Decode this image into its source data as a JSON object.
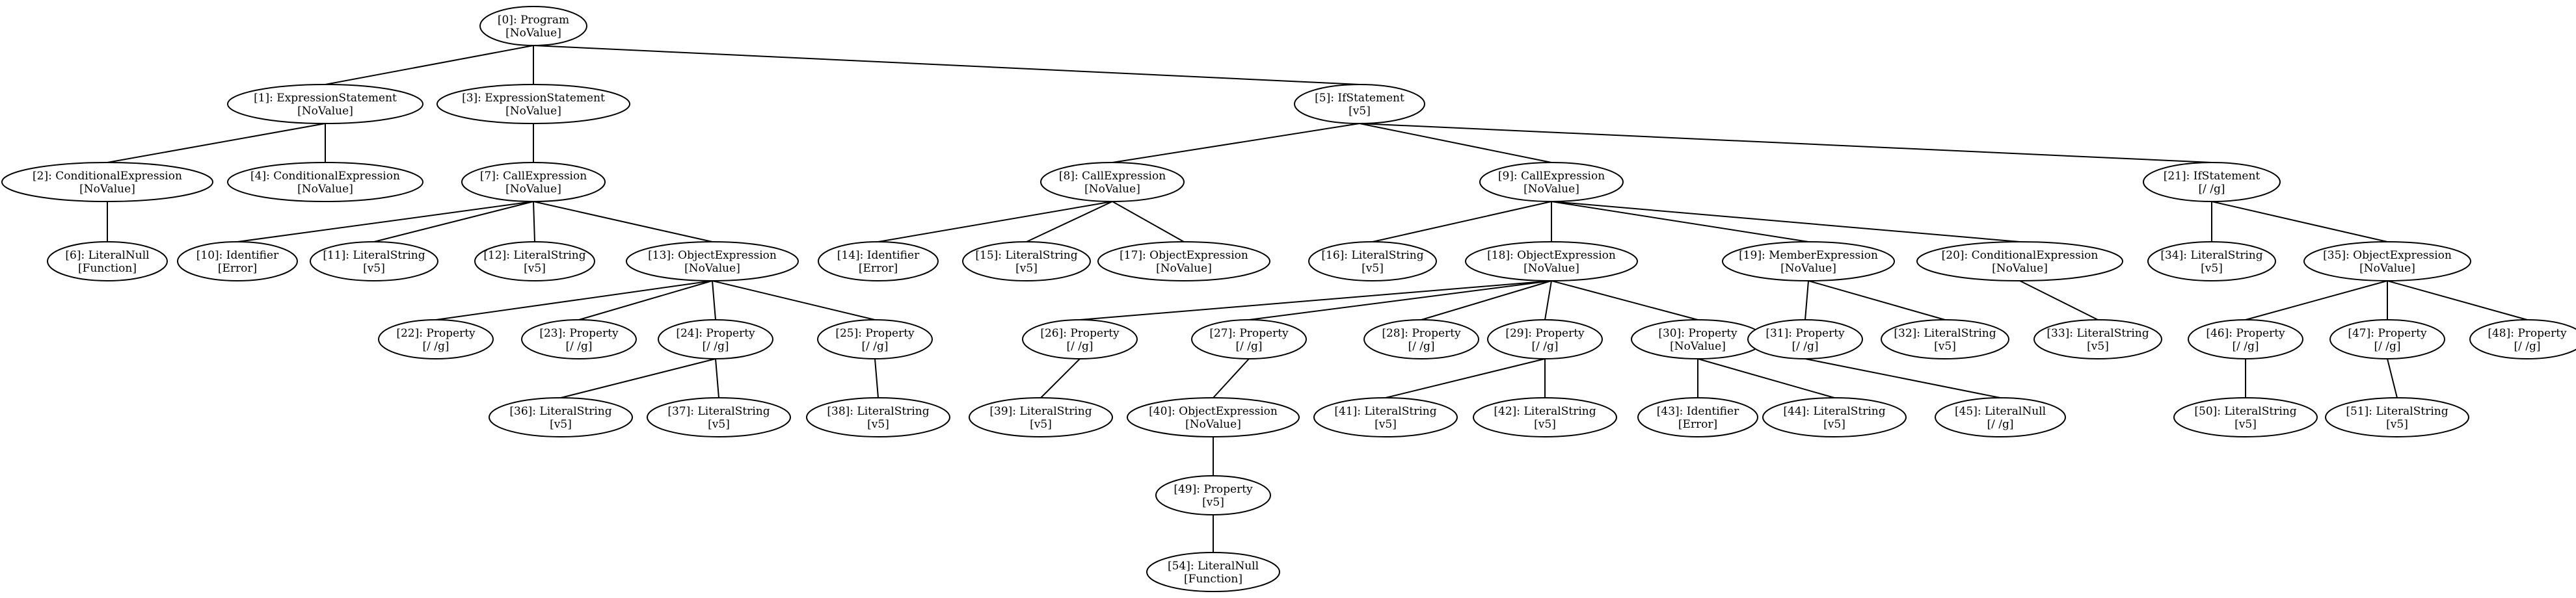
{
  "nodes": [
    {
      "id": 0,
      "label": "[0]: Program",
      "value": "[NoValue]"
    },
    {
      "id": 1,
      "label": "[1]: ExpressionStatement",
      "value": "[NoValue]"
    },
    {
      "id": 3,
      "label": "[3]: ExpressionStatement",
      "value": "[NoValue]"
    },
    {
      "id": 5,
      "label": "[5]: IfStatement",
      "value": "[v5]"
    },
    {
      "id": 2,
      "label": "[2]: ConditionalExpression",
      "value": "[NoValue]"
    },
    {
      "id": 4,
      "label": "[4]: ConditionalExpression",
      "value": "[NoValue]"
    },
    {
      "id": 7,
      "label": "[7]: CallExpression",
      "value": "[NoValue]"
    },
    {
      "id": 8,
      "label": "[8]: CallExpression",
      "value": "[NoValue]"
    },
    {
      "id": 9,
      "label": "[9]: CallExpression",
      "value": "[NoValue]"
    },
    {
      "id": 21,
      "label": "[21]: IfStatement",
      "value": "[/ /g]"
    },
    {
      "id": 6,
      "label": "[6]: LiteralNull",
      "value": "[Function]"
    },
    {
      "id": 10,
      "label": "[10]: Identifier",
      "value": "[Error]"
    },
    {
      "id": 11,
      "label": "[11]: LiteralString",
      "value": "[v5]"
    },
    {
      "id": 12,
      "label": "[12]: LiteralString",
      "value": "[v5]"
    },
    {
      "id": 13,
      "label": "[13]: ObjectExpression",
      "value": "[NoValue]"
    },
    {
      "id": 14,
      "label": "[14]: Identifier",
      "value": "[Error]"
    },
    {
      "id": 15,
      "label": "[15]: LiteralString",
      "value": "[v5]"
    },
    {
      "id": 17,
      "label": "[17]: ObjectExpression",
      "value": "[NoValue]"
    },
    {
      "id": 16,
      "label": "[16]: LiteralString",
      "value": "[v5]"
    },
    {
      "id": 18,
      "label": "[18]: ObjectExpression",
      "value": "[NoValue]"
    },
    {
      "id": 19,
      "label": "[19]: MemberExpression",
      "value": "[NoValue]"
    },
    {
      "id": 20,
      "label": "[20]: ConditionalExpression",
      "value": "[NoValue]"
    },
    {
      "id": 34,
      "label": "[34]: LiteralString",
      "value": "[v5]"
    },
    {
      "id": 35,
      "label": "[35]: ObjectExpression",
      "value": "[NoValue]"
    },
    {
      "id": 22,
      "label": "[22]: Property",
      "value": "[/ /g]"
    },
    {
      "id": 23,
      "label": "[23]: Property",
      "value": "[/ /g]"
    },
    {
      "id": 24,
      "label": "[24]: Property",
      "value": "[/ /g]"
    },
    {
      "id": 25,
      "label": "[25]: Property",
      "value": "[/ /g]"
    },
    {
      "id": 26,
      "label": "[26]: Property",
      "value": "[/ /g]"
    },
    {
      "id": 27,
      "label": "[27]: Property",
      "value": "[/ /g]"
    },
    {
      "id": 28,
      "label": "[28]: Property",
      "value": "[/ /g]"
    },
    {
      "id": 29,
      "label": "[29]: Property",
      "value": "[/ /g]"
    },
    {
      "id": 30,
      "label": "[30]: Property",
      "value": "[NoValue]"
    },
    {
      "id": 31,
      "label": "[31]: Property",
      "value": "[/ /g]"
    },
    {
      "id": 32,
      "label": "[32]: LiteralString",
      "value": "[v5]"
    },
    {
      "id": 33,
      "label": "[33]: LiteralString",
      "value": "[v5]"
    },
    {
      "id": 46,
      "label": "[46]: Property",
      "value": "[/ /g]"
    },
    {
      "id": 47,
      "label": "[47]: Property",
      "value": "[/ /g]"
    },
    {
      "id": 48,
      "label": "[48]: Property",
      "value": "[/ /g]"
    },
    {
      "id": 36,
      "label": "[36]: LiteralString",
      "value": "[v5]"
    },
    {
      "id": 37,
      "label": "[37]: LiteralString",
      "value": "[v5]"
    },
    {
      "id": 38,
      "label": "[38]: LiteralString",
      "value": "[v5]"
    },
    {
      "id": 39,
      "label": "[39]: LiteralString",
      "value": "[v5]"
    },
    {
      "id": 40,
      "label": "[40]: ObjectExpression",
      "value": "[NoValue]"
    },
    {
      "id": 41,
      "label": "[41]: LiteralString",
      "value": "[v5]"
    },
    {
      "id": 42,
      "label": "[42]: LiteralString",
      "value": "[v5]"
    },
    {
      "id": 43,
      "label": "[43]: Identifier",
      "value": "[Error]"
    },
    {
      "id": 44,
      "label": "[44]: LiteralString",
      "value": "[v5]"
    },
    {
      "id": 45,
      "label": "[45]: LiteralNull",
      "value": "[/ /g]"
    },
    {
      "id": 50,
      "label": "[50]: LiteralString",
      "value": "[v5]"
    },
    {
      "id": 51,
      "label": "[51]: LiteralString",
      "value": "[v5]"
    },
    {
      "id": 49,
      "label": "[49]: Property",
      "value": "[v5]"
    },
    {
      "id": 54,
      "label": "[54]: LiteralNull",
      "value": "[Function]"
    }
  ],
  "edges": [
    [
      0,
      1
    ],
    [
      0,
      3
    ],
    [
      0,
      5
    ],
    [
      1,
      2
    ],
    [
      1,
      4
    ],
    [
      2,
      6
    ],
    [
      3,
      7
    ],
    [
      7,
      10
    ],
    [
      7,
      11
    ],
    [
      7,
      12
    ],
    [
      7,
      13
    ],
    [
      13,
      22
    ],
    [
      13,
      23
    ],
    [
      13,
      24
    ],
    [
      13,
      25
    ],
    [
      24,
      36
    ],
    [
      24,
      37
    ],
    [
      25,
      38
    ],
    [
      5,
      8
    ],
    [
      5,
      9
    ],
    [
      5,
      21
    ],
    [
      8,
      14
    ],
    [
      8,
      15
    ],
    [
      8,
      17
    ],
    [
      9,
      16
    ],
    [
      9,
      18
    ],
    [
      9,
      19
    ],
    [
      9,
      20
    ],
    [
      18,
      26
    ],
    [
      18,
      27
    ],
    [
      18,
      28
    ],
    [
      18,
      29
    ],
    [
      18,
      30
    ],
    [
      26,
      39
    ],
    [
      27,
      40
    ],
    [
      40,
      49
    ],
    [
      49,
      54
    ],
    [
      29,
      41
    ],
    [
      29,
      42
    ],
    [
      30,
      43
    ],
    [
      30,
      44
    ],
    [
      19,
      31
    ],
    [
      19,
      32
    ],
    [
      31,
      45
    ],
    [
      20,
      33
    ],
    [
      21,
      34
    ],
    [
      21,
      35
    ],
    [
      35,
      46
    ],
    [
      35,
      47
    ],
    [
      35,
      48
    ],
    [
      46,
      50
    ],
    [
      47,
      51
    ]
  ]
}
